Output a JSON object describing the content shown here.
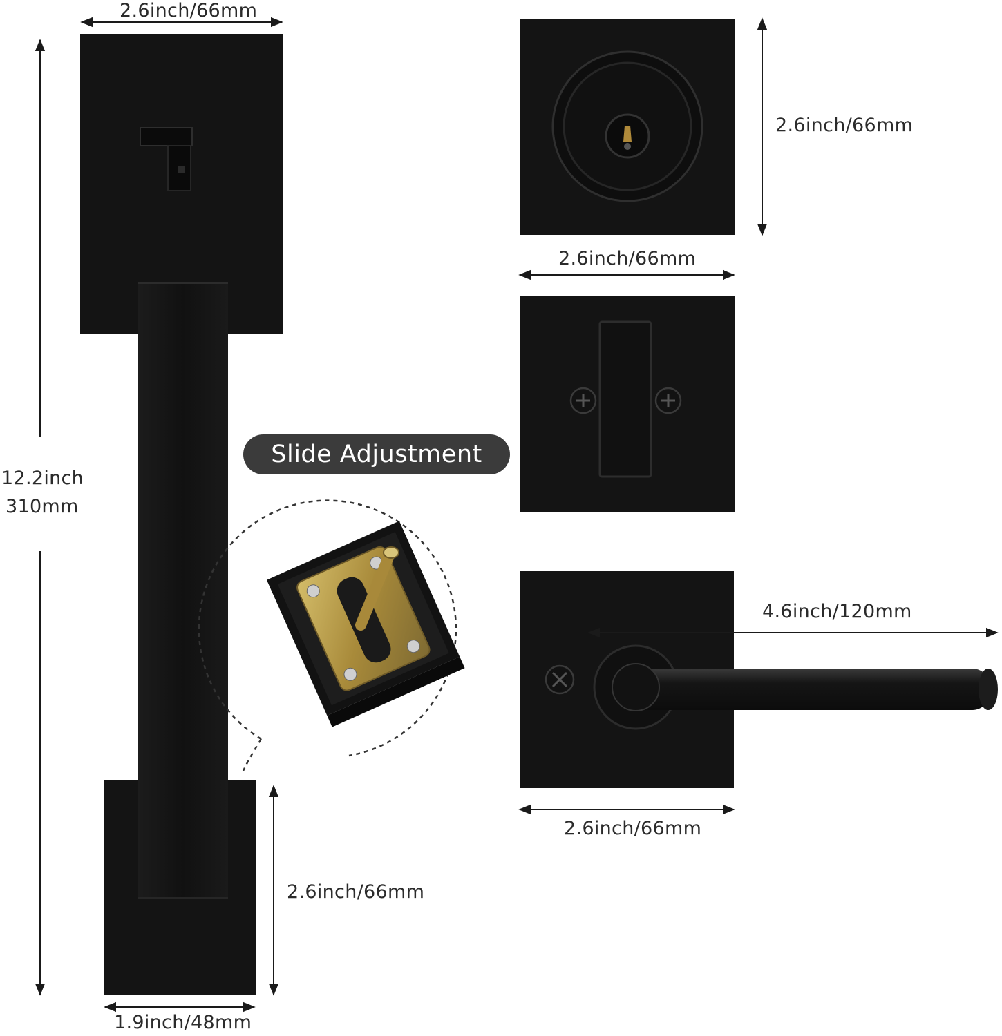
{
  "labels": {
    "handleset_top_width": "2.6inch/66mm",
    "handleset_height_line1": "12.2inch",
    "handleset_height_line2": "310mm",
    "handleset_bottom_height": "2.6inch/66mm",
    "handleset_bottom_width": "1.9inch/48mm",
    "deadbolt_height": "2.6inch/66mm",
    "deadbolt_width": "2.6inch/66mm",
    "lever_length": "4.6inch/120mm",
    "lever_plate_width": "2.6inch/66mm"
  },
  "badge": {
    "text": "Slide Adjustment"
  },
  "colors": {
    "finish": "#141414",
    "finish_highlight": "#2a2a2a",
    "dimension_line": "#1a1a1a",
    "badge_bg": "#3b3b3b",
    "brass": "#b89a45"
  }
}
